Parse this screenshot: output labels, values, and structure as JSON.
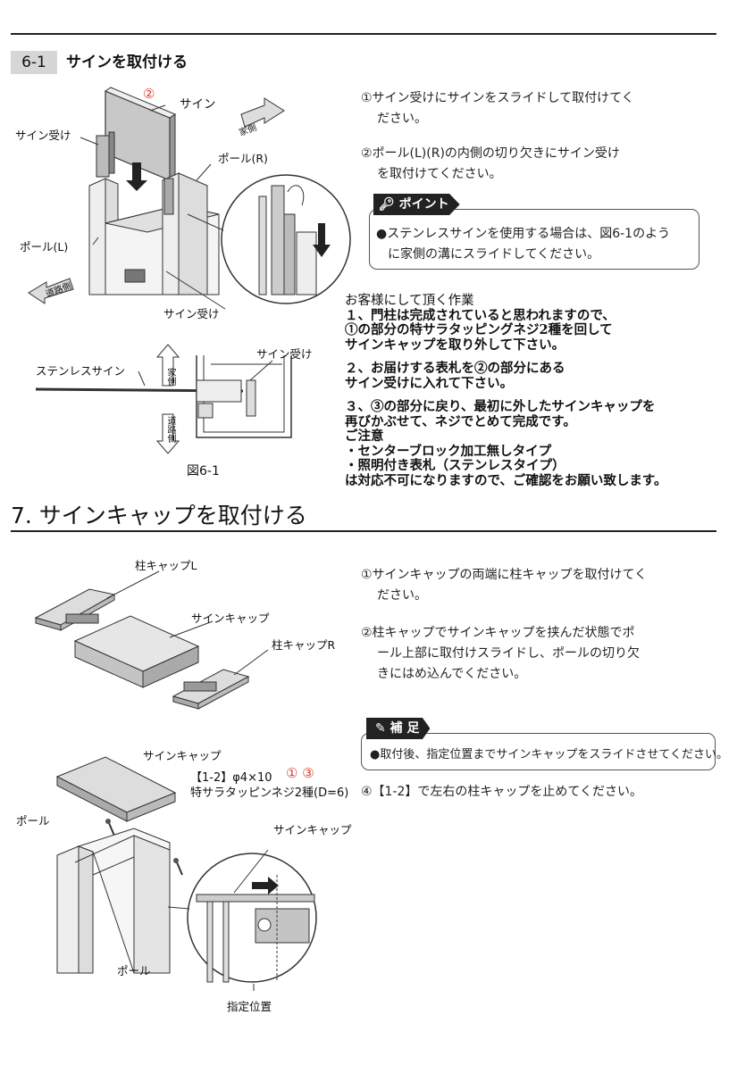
{
  "section61": {
    "number": "6-1",
    "title": "サインを取付ける",
    "steps": [
      {
        "line1": "①サイン受けにサインをスライドして取付けてく",
        "line2": "ださい。"
      },
      {
        "line1": "②ポール(L)(R)の内側の切り欠きにサイン受け",
        "line2": "を取付けてください。"
      }
    ],
    "point": {
      "tag": "ポイント",
      "line1": "●ステンレスサインを使用する場合は、図6-1のよう",
      "line2": "に家側の溝にスライドしてください。"
    },
    "labels": {
      "sign": "サイン",
      "circle2": "②",
      "sign_holder_top": "サイン受け",
      "pole_r": "ポール(R)",
      "pole_l": "ポール(L)",
      "sign_holder_bottom": "サイン受け",
      "house_side": "家側",
      "road_side": "道路側",
      "stainless_sign": "ステンレスサイン",
      "sign_holder_section": "サイン受け",
      "house_side_section": "家側",
      "road_side_section": "道路側",
      "figure": "図6-1"
    }
  },
  "customer_note": {
    "heading": "お客様にして頂く作業",
    "p1a": "１、門柱は完成されていると思われますので、",
    "p1b": "①の部分の特サラタッピングネジ2種を回して",
    "p1c": "サインキャップを取り外して下さい。",
    "p2a": "２、お届けする表札を②の部分にある",
    "p2b": "サイン受けに入れて下さい。",
    "p3a": "３、③の部分に戻り、最初に外したサインキャップを",
    "p3b": "再びかぶせて、ネジでとめて完成です。",
    "caution": "ご注意",
    "c1": "・センターブロック加工無しタイプ",
    "c2": "・照明付き表札（ステンレスタイプ）",
    "c3": "は対応不可になりますので、ご確認をお願い致します。"
  },
  "section7": {
    "title": "7. サインキャップを取付ける",
    "steps": [
      {
        "line1": "①サインキャップの両端に柱キャップを取付けてく",
        "line2": "ださい。"
      },
      {
        "line1": "②柱キャップでサインキャップを挟んだ状態でポ",
        "line2": "ール上部に取付けスライドし、ポールの切り欠",
        "line3": "きにはめ込んでください。"
      }
    ],
    "supplement": {
      "tag": "補 足",
      "text": "●取付後、指定位置までサインキャップをスライドさせてください。"
    },
    "step4": "④【1-2】で左右の柱キャップを止めてください。",
    "labels": {
      "post_cap_l": "柱キャップL",
      "sign_cap_top": "サインキャップ",
      "post_cap_r": "柱キャップR",
      "sign_cap_mid": "サインキャップ",
      "screw_spec1": "【1-2】φ4×10",
      "screw_circles": "①  ③",
      "screw_spec2": "特サラタッピンネジ2種(D=6)",
      "pole_top": "ポール",
      "sign_cap_detail": "サインキャップ",
      "pole_bottom": "ポール",
      "designated_position": "指定位置"
    }
  }
}
